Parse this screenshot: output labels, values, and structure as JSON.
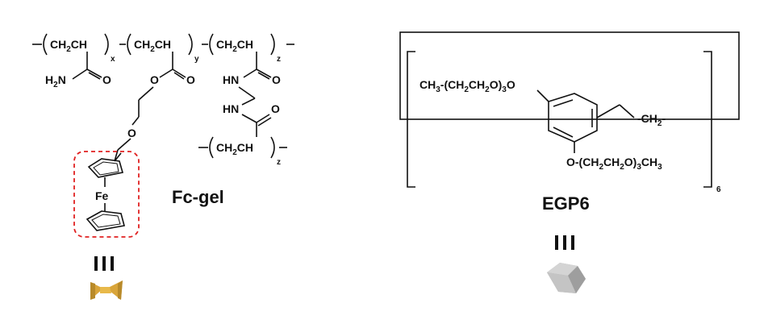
{
  "left": {
    "name": "Fc-gel",
    "backbone": {
      "unit1": "(CH2CH)",
      "unit2": "(CH2CH)",
      "unit3": "(CH2CH)",
      "sub_x": "x",
      "sub_y": "y",
      "sub_z": "z"
    },
    "amide_label": "H2N",
    "ester_o": "O",
    "carbonyl_o": "O",
    "ether_o": "O",
    "hn_label": "HN",
    "fe_label": "Fe",
    "crosslink": {
      "unit": "(CH2CH)",
      "sub_z": "z"
    },
    "equiv_symbol": "III",
    "icon": "bowtie-icon"
  },
  "right": {
    "name": "EGP6",
    "top_chain": "CH3-(CH2CH2O)3-O",
    "bottom_chain": "O-(CH2CH2O)3-CH3",
    "sub_3": "3",
    "methylene": "CH2",
    "repeat_subscript": "6",
    "equiv_symbol": "III",
    "icon": "hexagonal-prism-icon",
    "colors": {
      "prism": "#c4c4c4"
    }
  },
  "colors": {
    "highlight": "#e02020",
    "bowtie": "#d9a53a"
  }
}
